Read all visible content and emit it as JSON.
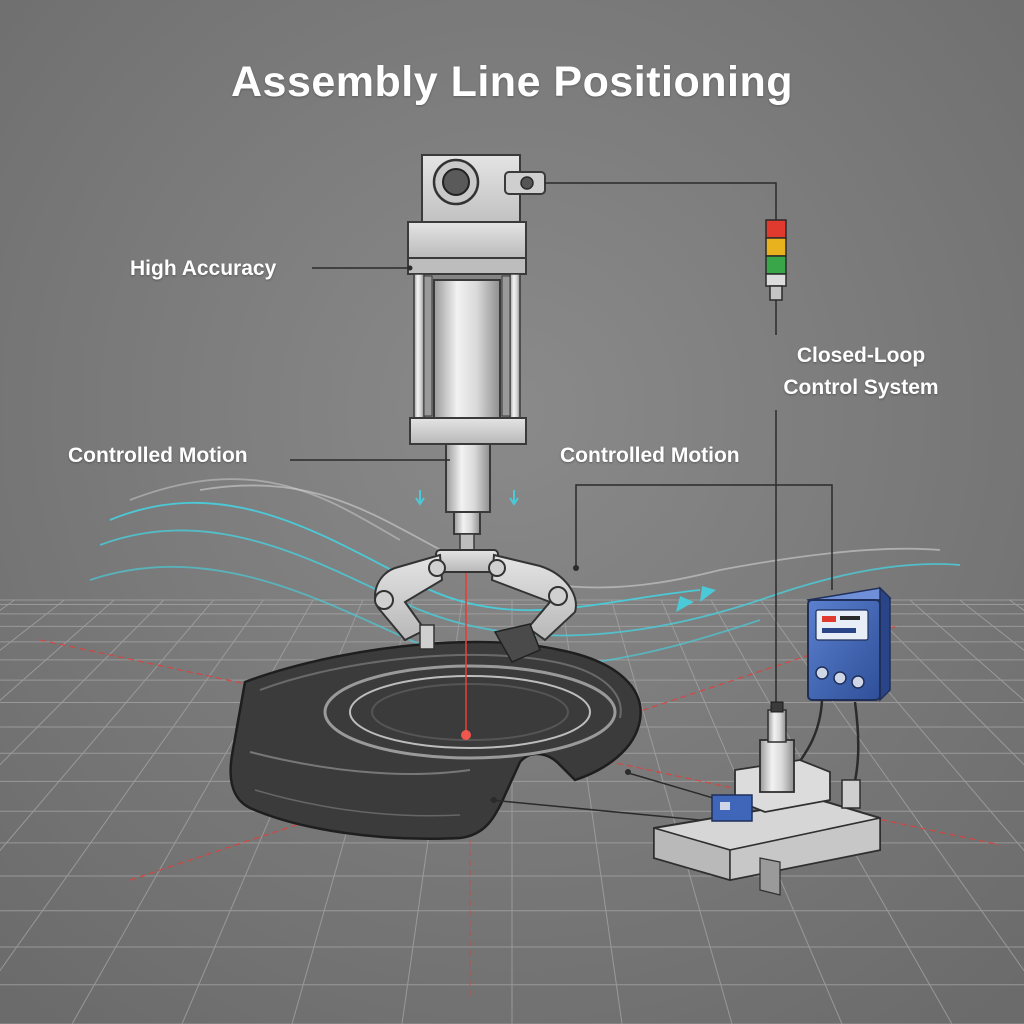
{
  "title": "Assembly Line Positioning",
  "labels": {
    "high_accuracy": "High Accuracy",
    "controlled_motion_left": "Controlled Motion",
    "controlled_motion_right": "Controlled Motion",
    "closed_loop_line1": "Closed-Loop",
    "closed_loop_line2": "Control System"
  },
  "colors": {
    "background": "#7b7b7b",
    "grid": "#a6a6a6",
    "laser": "#e0403c",
    "motion_flow": "#4cc9d6",
    "controller_box": "#3f66b8",
    "stack_light_red": "#e03a2f",
    "stack_light_yellow": "#e8b21e",
    "stack_light_green": "#3aa64a"
  },
  "icons": {
    "actuator": "linear-actuator-icon",
    "gripper": "robotic-gripper-icon",
    "part": "car-bumper-part-icon",
    "stack_light": "stack-light-icon",
    "controller": "control-box-icon",
    "sensor_base": "position-sensor-base-icon"
  }
}
